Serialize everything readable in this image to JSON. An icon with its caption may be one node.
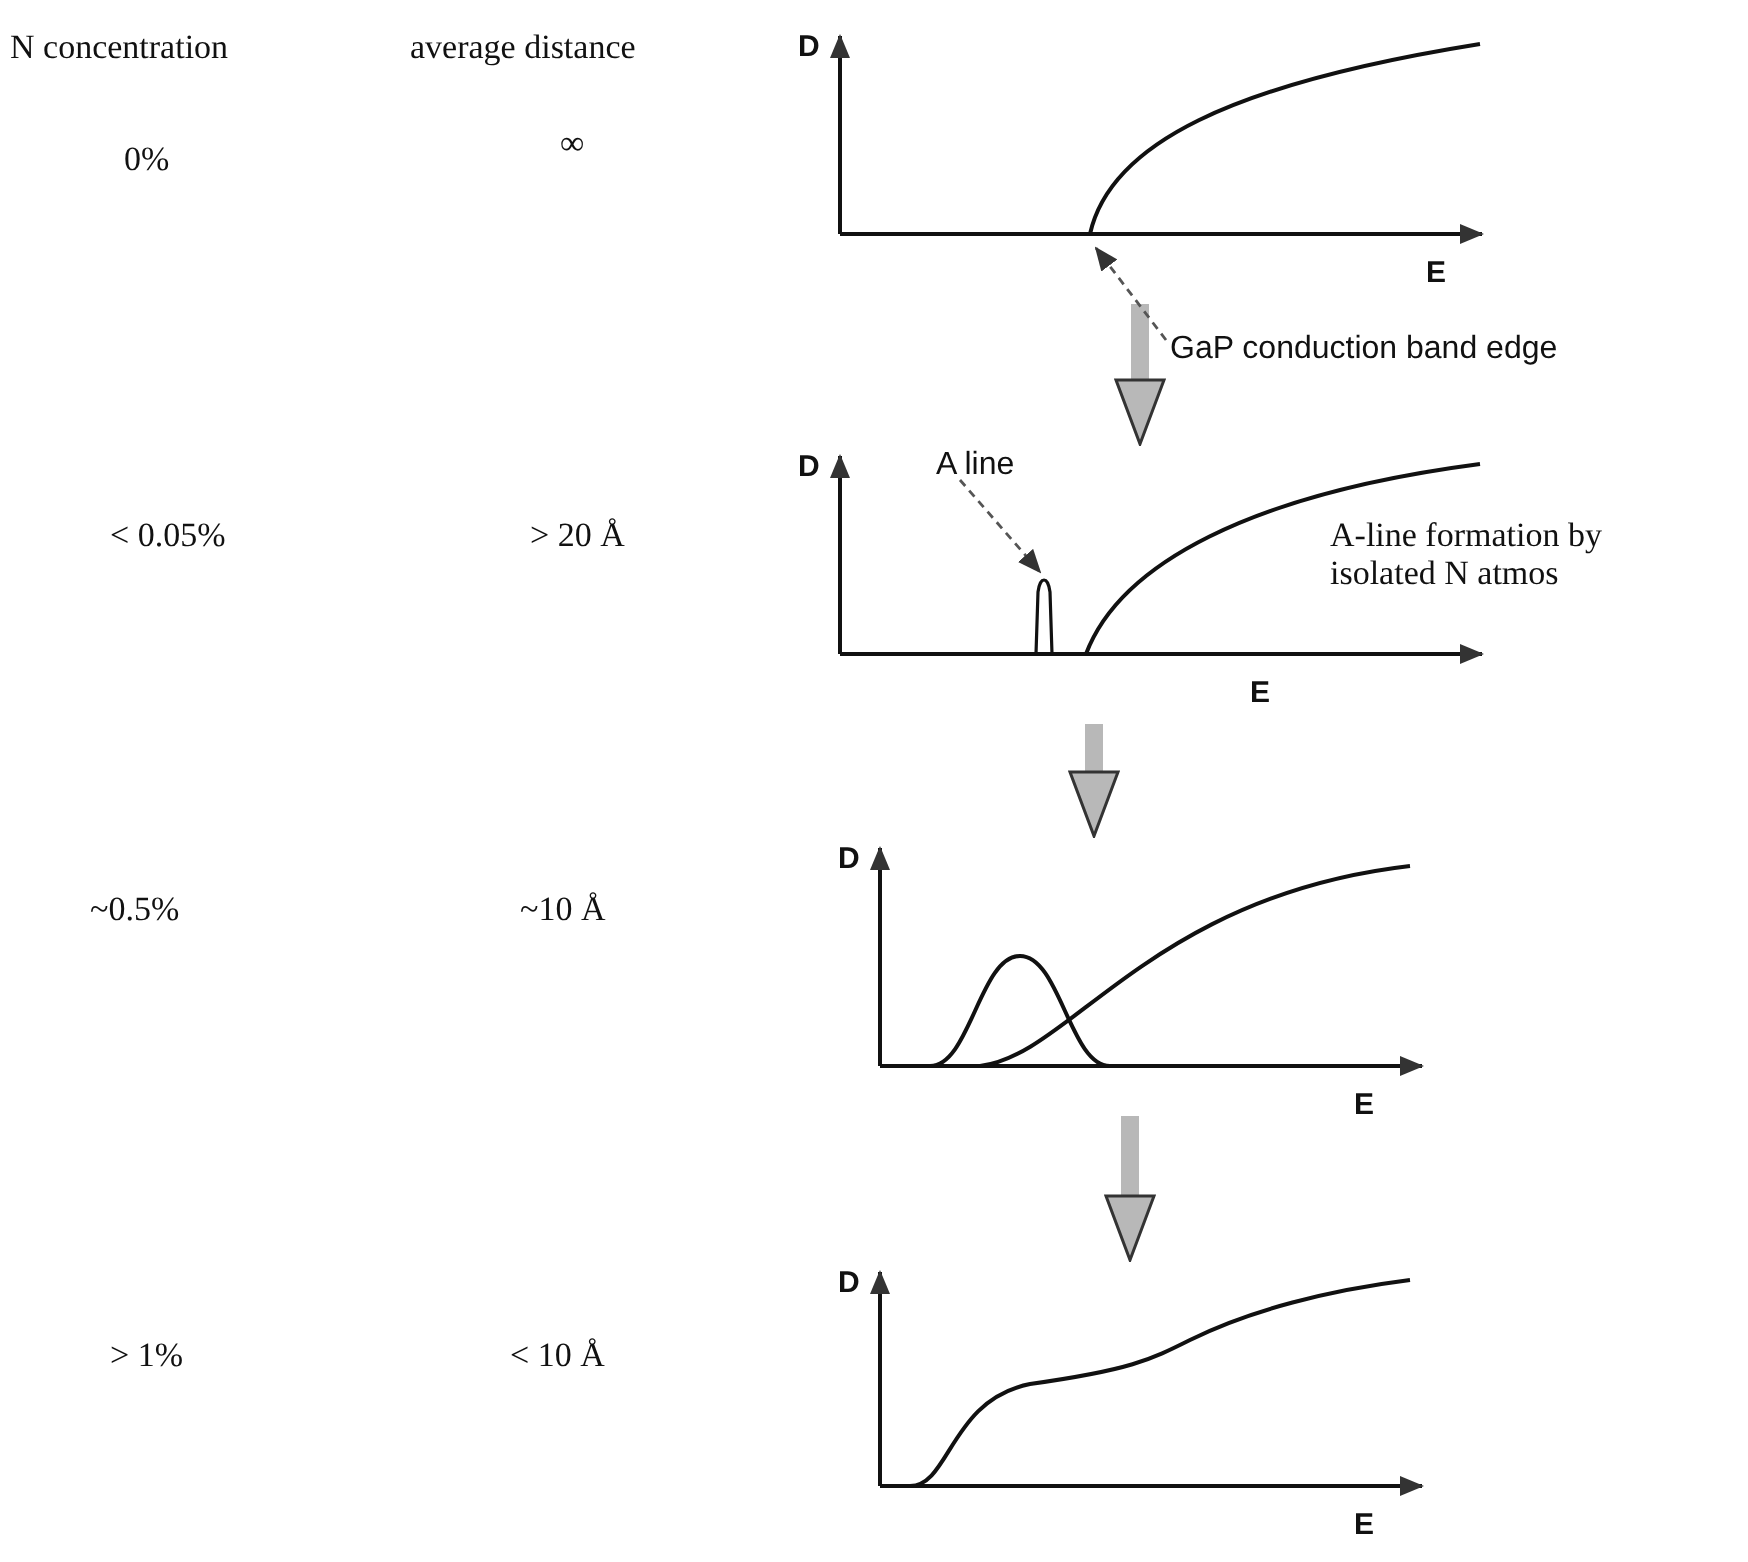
{
  "diagram": {
    "nodes": [
      {
        "text": [
          "D",
          "E"
        ]
      },
      {
        "text": [
          "GaP conduction band edge"
        ]
      },
      {
        "text": [
          "D",
          "E"
        ]
      },
      {
        "text": [
          "A line"
        ]
      },
      {
        "text": [],
        "shape": "bar",
        "in": 2
      },
      {
        "text": [
          "D",
          "E"
        ]
      },
      {
        "text": [
          "D",
          "E"
        ]
      }
    ],
    "edges": [
      {
        "from": 0,
        "to": 2,
        "arrow": "to"
      },
      {
        "from": 1,
        "to": 0,
        "arrow": "to",
        "style": "dashed",
        "color": "#555555"
      },
      {
        "from": 3,
        "to": 4,
        "arrow": "to",
        "style": "dashed",
        "color": "#555555"
      },
      {
        "from": 2,
        "to": 5,
        "arrow": "to"
      },
      {
        "from": 5,
        "to": 6,
        "arrow": "to"
      }
    ],
    "labels": [
      "N concentration",
      "average distance",
      "0%",
      "∞",
      "< 0.05%",
      "> 20 Å",
      "A-line formation by isolated N atmos",
      "~0.5%",
      "~10 Å",
      "> 1%",
      "< 10 Å"
    ]
  }
}
